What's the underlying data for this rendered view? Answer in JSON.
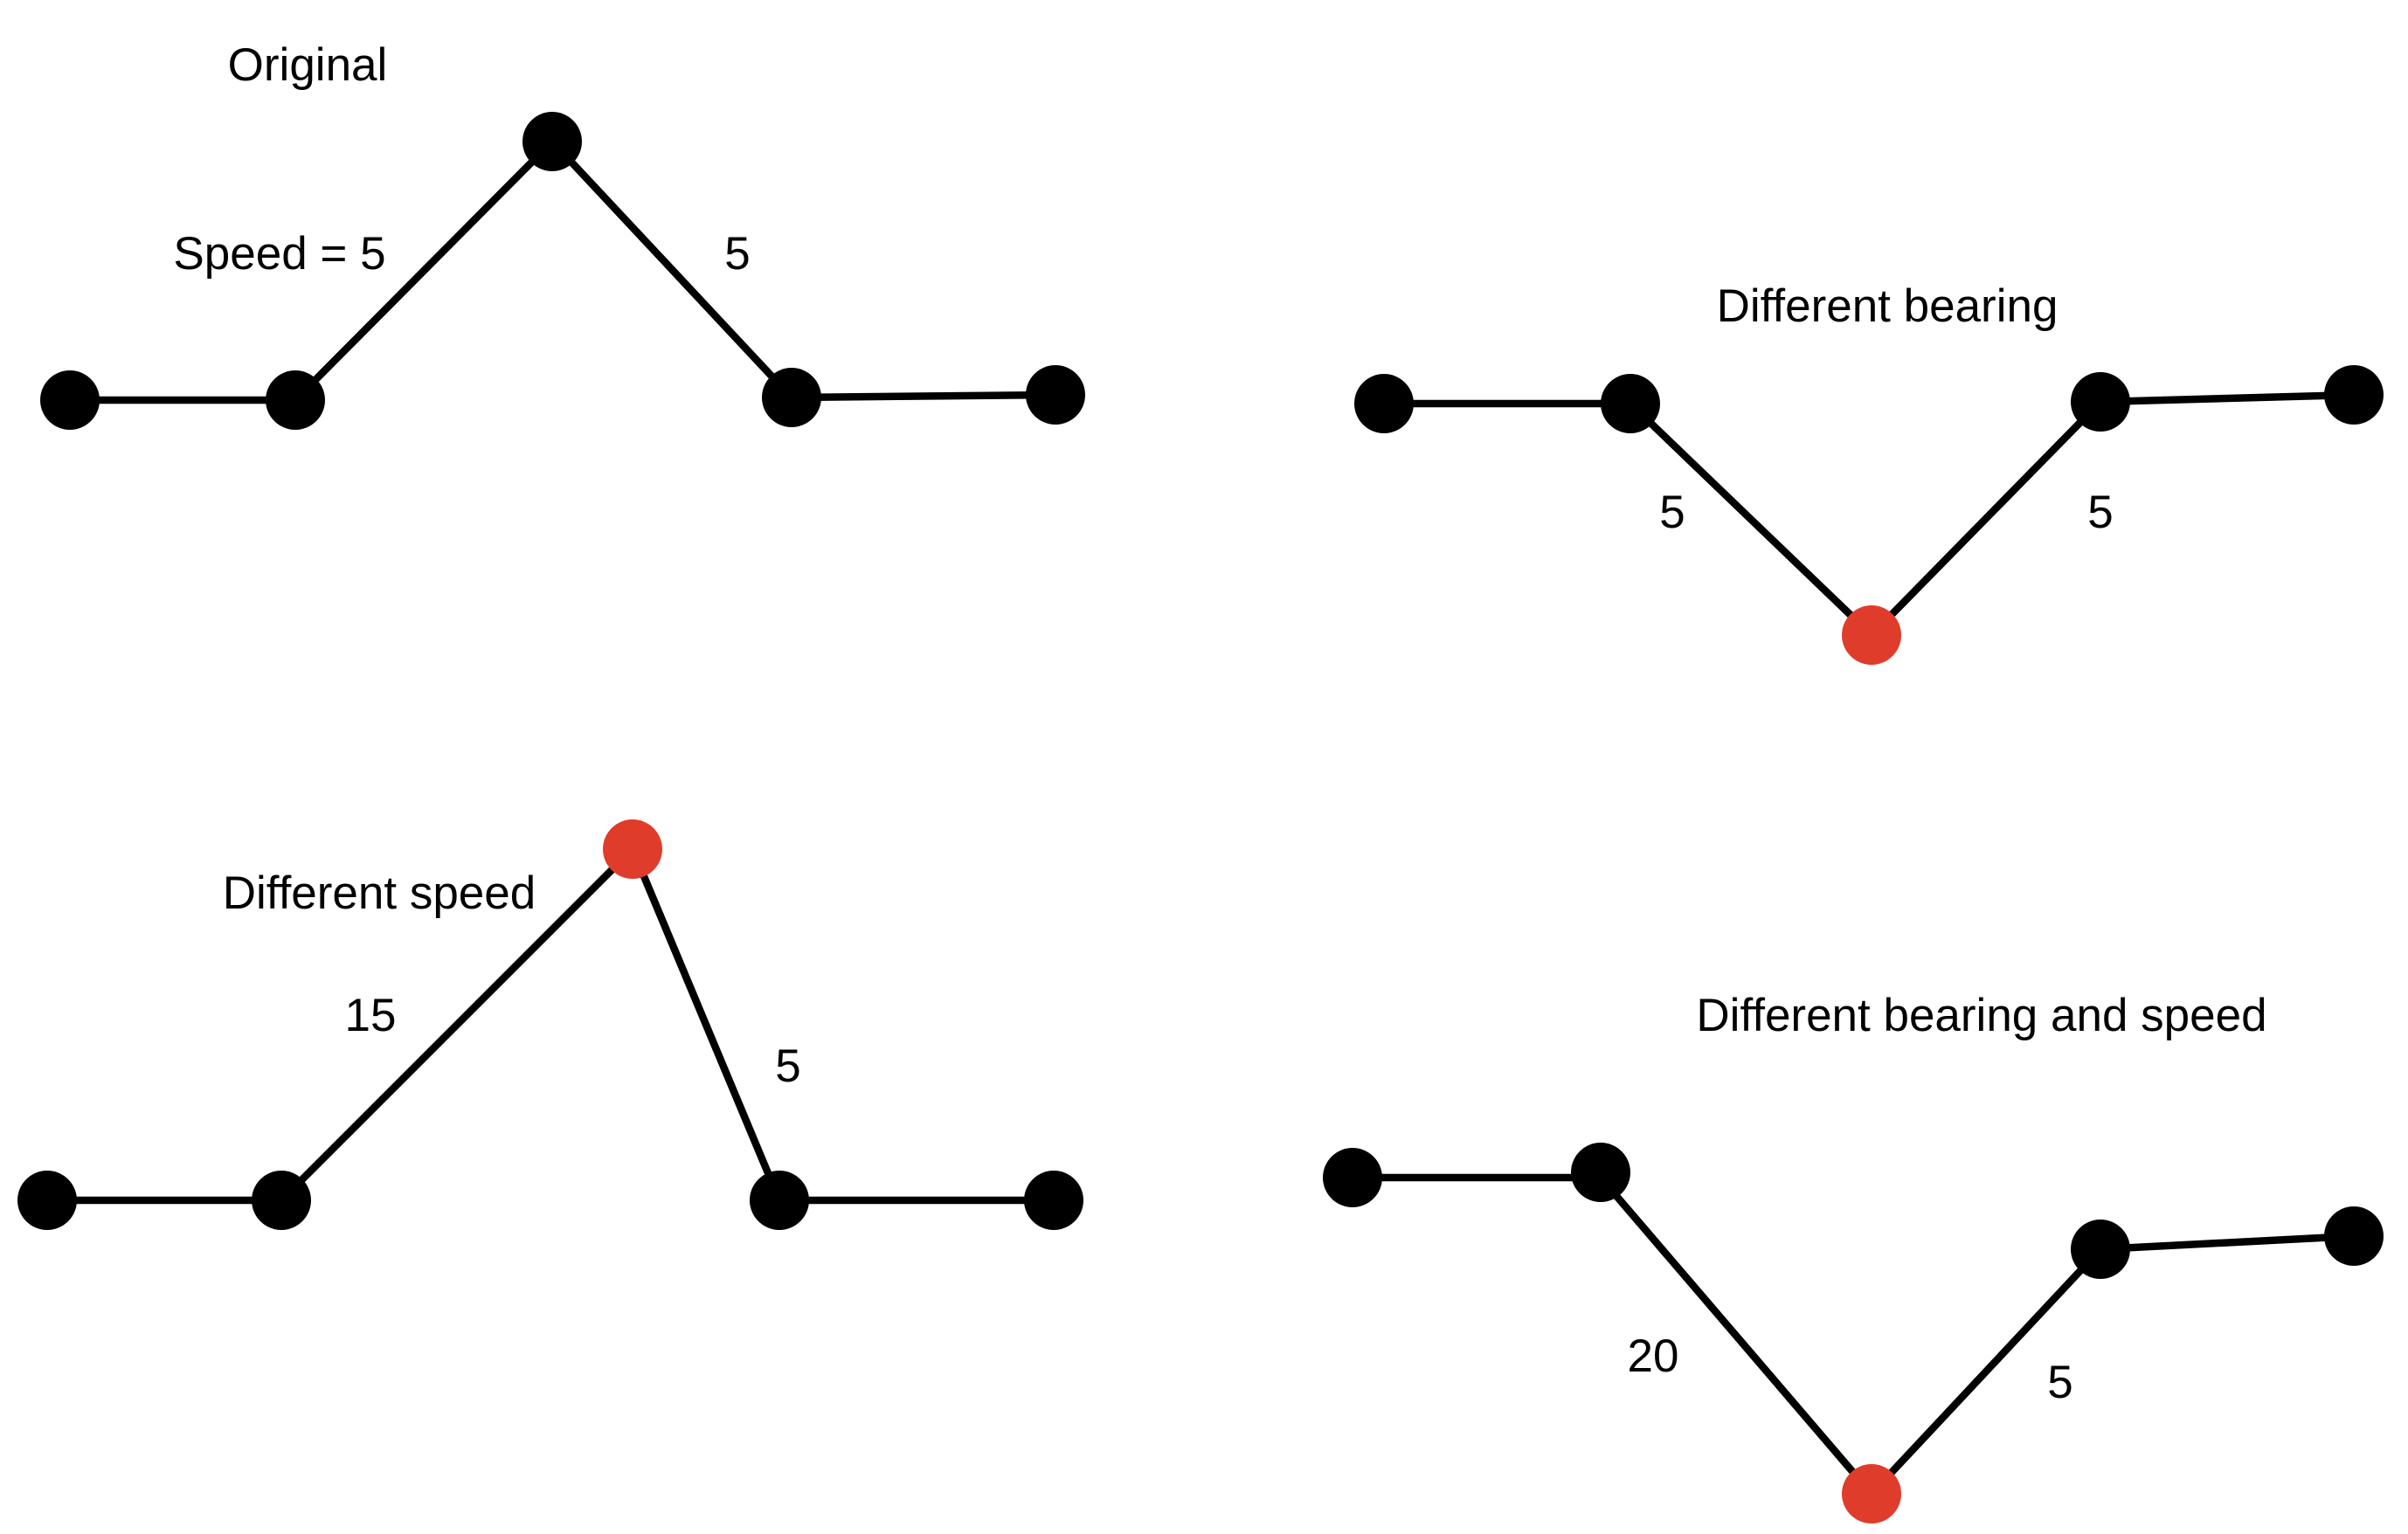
{
  "colors": {
    "node": "#000000",
    "highlight": "#e03c2b",
    "edge": "#000000"
  },
  "panels": [
    {
      "id": "original",
      "title": "Original",
      "nodes": [
        {
          "id": "n1"
        },
        {
          "id": "n2"
        },
        {
          "id": "n3"
        },
        {
          "id": "n4"
        },
        {
          "id": "n5"
        }
      ],
      "edges": [
        {
          "from": "n1",
          "to": "n2",
          "label": ""
        },
        {
          "from": "n2",
          "to": "n3",
          "label": "Speed = 5"
        },
        {
          "from": "n3",
          "to": "n4",
          "label": "5"
        },
        {
          "from": "n4",
          "to": "n5",
          "label": ""
        }
      ]
    },
    {
      "id": "different-bearing",
      "title": "Different bearing",
      "nodes": [
        {
          "id": "n1"
        },
        {
          "id": "n2"
        },
        {
          "id": "n3",
          "highlight": true
        },
        {
          "id": "n4"
        },
        {
          "id": "n5"
        }
      ],
      "edges": [
        {
          "from": "n1",
          "to": "n2",
          "label": ""
        },
        {
          "from": "n2",
          "to": "n3",
          "label": "5"
        },
        {
          "from": "n3",
          "to": "n4",
          "label": "5"
        },
        {
          "from": "n4",
          "to": "n5",
          "label": ""
        }
      ]
    },
    {
      "id": "different-speed",
      "title": "Different speed",
      "nodes": [
        {
          "id": "n1"
        },
        {
          "id": "n2"
        },
        {
          "id": "n3",
          "highlight": true
        },
        {
          "id": "n4"
        },
        {
          "id": "n5"
        }
      ],
      "edges": [
        {
          "from": "n1",
          "to": "n2",
          "label": ""
        },
        {
          "from": "n2",
          "to": "n3",
          "label": "15"
        },
        {
          "from": "n3",
          "to": "n4",
          "label": "5"
        },
        {
          "from": "n4",
          "to": "n5",
          "label": ""
        }
      ]
    },
    {
      "id": "different-bearing-and-speed",
      "title": "Different bearing and speed",
      "nodes": [
        {
          "id": "n1"
        },
        {
          "id": "n2"
        },
        {
          "id": "n3",
          "highlight": true
        },
        {
          "id": "n4"
        },
        {
          "id": "n5"
        }
      ],
      "edges": [
        {
          "from": "n1",
          "to": "n2",
          "label": ""
        },
        {
          "from": "n2",
          "to": "n3",
          "label": "20"
        },
        {
          "from": "n3",
          "to": "n4",
          "label": "5"
        },
        {
          "from": "n4",
          "to": "n5",
          "label": ""
        }
      ]
    }
  ]
}
